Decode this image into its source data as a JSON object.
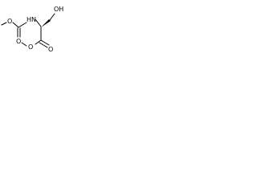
{
  "structure": {
    "atoms": {
      "ester_methoxy_o": "O",
      "ester_carbonyl_o": "O",
      "carbamate_n": "HN",
      "carbamate_carbonyl_o": "O",
      "carbamate_methoxy_o": "O",
      "hydroxyl": "OH"
    },
    "colors": {
      "ink": "#000000",
      "background": "#ffffff"
    }
  }
}
